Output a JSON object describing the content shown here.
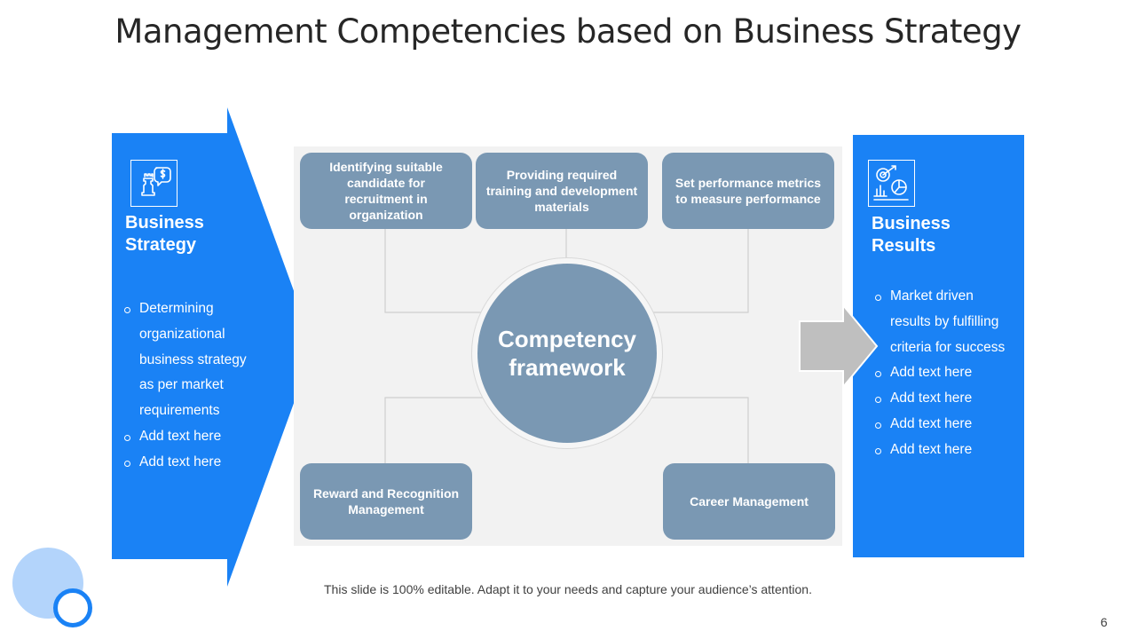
{
  "title": "Management Competencies based on Business Strategy",
  "left_panel": {
    "icon": "strategy-chess-dollar-icon",
    "title_line1": "Business",
    "title_line2": "Strategy",
    "bullets": [
      "Determining",
      "organizational",
      "business strategy",
      "as per market",
      "requirements",
      " Add text  here",
      "Add text here"
    ]
  },
  "framework": {
    "center_line1": "Competency",
    "center_line2": "framework",
    "boxes": {
      "top_left": [
        "Identifying suitable",
        "candidate for",
        "recruitment in",
        "organization"
      ],
      "top_middle": [
        "Providing required",
        "training and development",
        "materials"
      ],
      "top_right": [
        "Set performance metrics",
        "to measure performance"
      ],
      "bottom_left": [
        "Reward and Recognition",
        "Management"
      ],
      "bottom_right": [
        "Career Management"
      ]
    }
  },
  "right_panel": {
    "icon": "target-growth-chart-icon",
    "title_line1": "Business",
    "title_line2": "Results",
    "bullets": [
      "Market driven",
      "results by fulfilling",
      "criteria for success",
      " Add text  here",
      "Add text here",
      "Add text here",
      "Add text here"
    ]
  },
  "footnote": "This slide is 100% editable. Adapt it to your needs and capture your audience’s attention.",
  "page_number": "6",
  "colors": {
    "primary_blue": "#1a82f5",
    "box_gray_blue": "#7a98b3",
    "panel_bg": "#f2f2f2",
    "arrow_gray": "#bfbfbf",
    "light_blue": "#b3d4fb"
  }
}
